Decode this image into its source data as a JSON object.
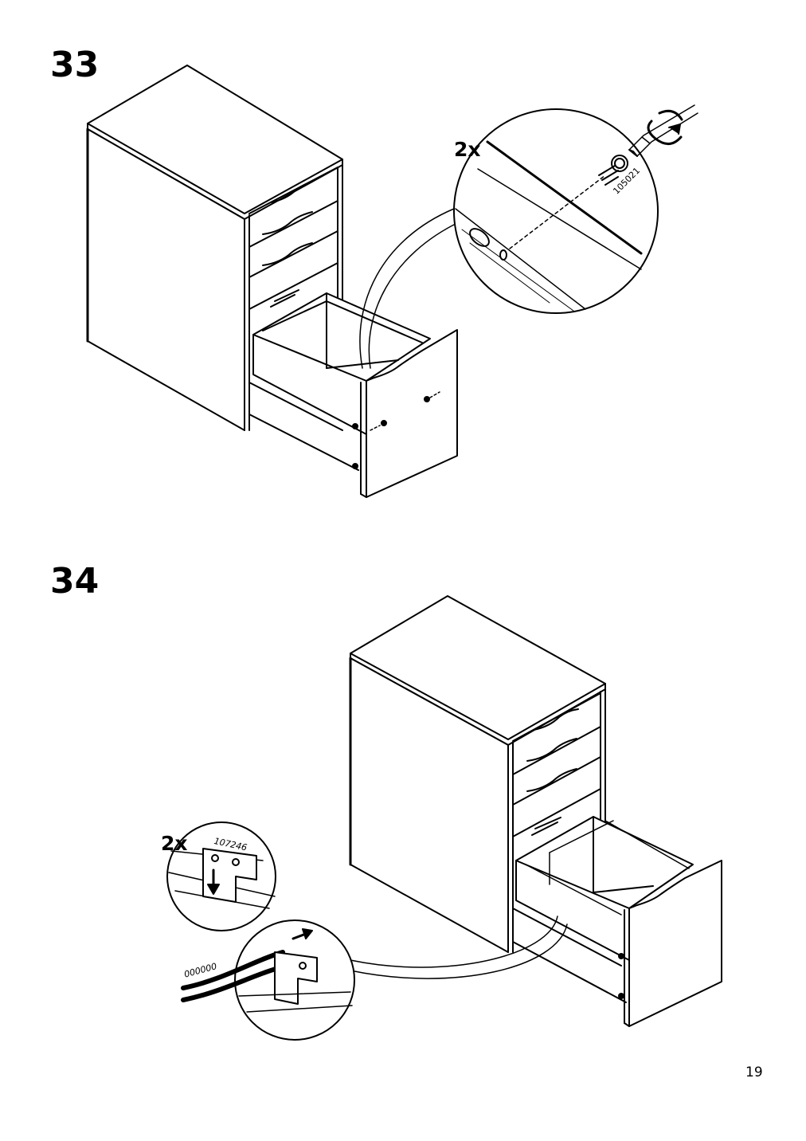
{
  "steps": [
    {
      "number": "33",
      "quantity": "2x",
      "part_number": "105021"
    },
    {
      "number": "34",
      "quantity": "2x",
      "part_numbers": [
        "107246",
        "000000"
      ]
    }
  ],
  "page_number": "19",
  "icons": {
    "step33": [
      "drawer-unit-illustration",
      "screw-detail-callout",
      "screwdriver-icon",
      "rotation-arrow-icon"
    ],
    "step34": [
      "drawer-unit-illustration",
      "bracket-detail-callout",
      "down-arrow-icon",
      "push-arrow-icon"
    ]
  },
  "colors": {
    "ink": "#000000",
    "paper": "#ffffff"
  }
}
